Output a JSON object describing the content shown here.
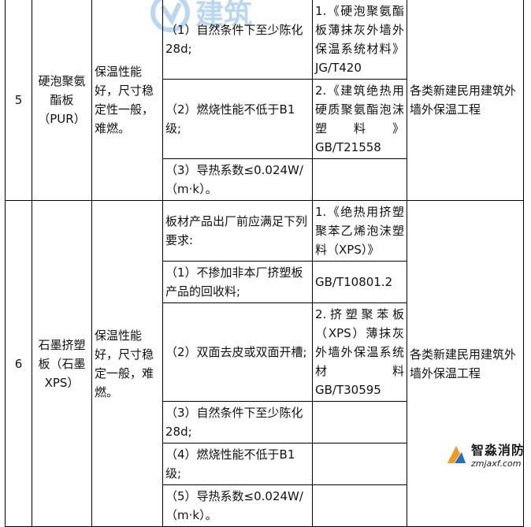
{
  "rows": [
    {
      "no": "5",
      "name": "硬泡聚氨酯板（PUR）",
      "properties": "保温性能好，尺寸稳定性一般，难燃。",
      "requirements": [
        "（1）自然条件下至少陈化28d;",
        "（2）燃烧性能不低于B1级;",
        "（3）导热系数≤0.024W/（m·k）。"
      ],
      "standards": [
        "1.《硬泡聚氨酯板薄抹灰外墙外保温系统材料》JG/T420",
        "2.《建筑绝热用硬质聚氨酯泡沫塑料》GB/T21558",
        ""
      ],
      "scope": "各类新建民用建筑外墙外保温工程"
    },
    {
      "no": "6",
      "name": "石墨挤塑板（石墨XPS）",
      "properties": "保温性能好，尺寸稳定一般，难燃。",
      "requirements": [
        "板材产品出厂前应满足下列要求:",
        "（1）不掺加非本厂挤塑板产品的回收料;",
        "（2）双面去皮或双面开槽;",
        "（3）自然条件下至少陈化28d;",
        "（4）燃烧性能不低于B1级;",
        "（5）导热系数≤0.024W/（m·k）。"
      ],
      "standards": [
        "1.《绝热用挤塑聚苯乙烯泡沫塑料（XPS）》",
        "GB/T10801.2",
        "2.挤塑聚苯板（XPS）薄抹灰外墙外保温系统材料GB/T30595"
      ],
      "scope": "各类新建民用建筑外墙外保温工程"
    }
  ],
  "watermark": {
    "text": "建筑"
  },
  "logo": {
    "name": "智淼消防",
    "url": "zmjaxf.com",
    "colors": {
      "mark_orange": "#f29a1d",
      "mark_blue": "#1f6fc4"
    }
  }
}
